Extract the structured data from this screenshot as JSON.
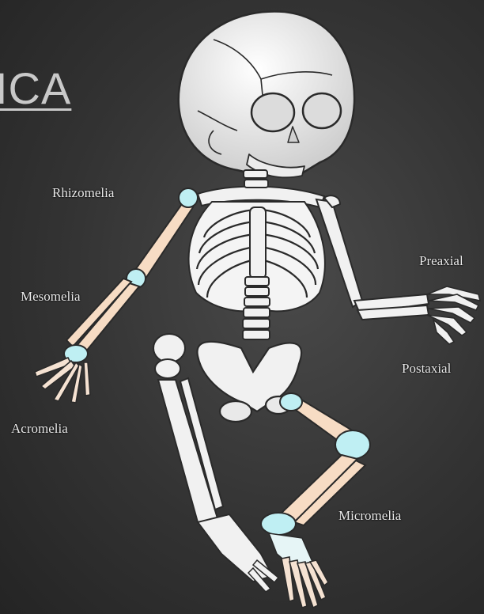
{
  "slide": {
    "title_fragment": "ICA"
  },
  "labels": {
    "rhizomelia": "Rhizomelia",
    "mesomelia": "Mesomelia",
    "acromelia": "Acromelia",
    "preaxial": "Preaxial",
    "postaxial": "Postaxial",
    "micromelia": "Micromelia"
  },
  "colors": {
    "bone": "#f1f1f1",
    "bone_outline": "#2a2a2a",
    "highlight_long_bone": "#f7dcc4",
    "highlight_joint": "#bfeff3",
    "label_text": "#ececec",
    "title_text": "#c9c9c9"
  }
}
